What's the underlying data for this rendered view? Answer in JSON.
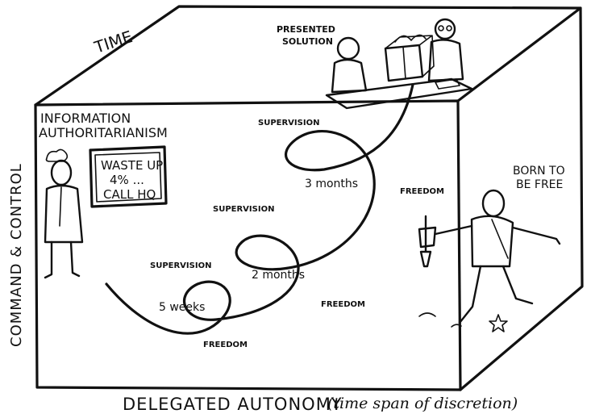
{
  "axes": {
    "top": "TIME",
    "left": "COMMAND & CONTROL",
    "bottom_main": "DELEGATED AUTONOMY",
    "bottom_sub": "(time span of discretion)"
  },
  "captions": {
    "presented_solution": [
      "PRESENTED",
      "SOLUTION"
    ],
    "information_authoritarianism": [
      "INFORMATION",
      "AUTHORITARIANISM"
    ],
    "born_to_be_free": [
      "BORN TO",
      "BE FREE"
    ]
  },
  "sign": {
    "lines": [
      "WASTE UP",
      "4% ...",
      "CALL HQ"
    ]
  },
  "spiral_labels": {
    "supervision_1": "SUPERVISION",
    "supervision_2": "SUPERVISION",
    "supervision_3": "SUPERVISION",
    "freedom_1": "FREEDOM",
    "freedom_2": "FREEDOM",
    "freedom_3": "FREEDOM",
    "period_1": "5 weeks",
    "period_2": "2 months",
    "period_3": "3 months"
  }
}
